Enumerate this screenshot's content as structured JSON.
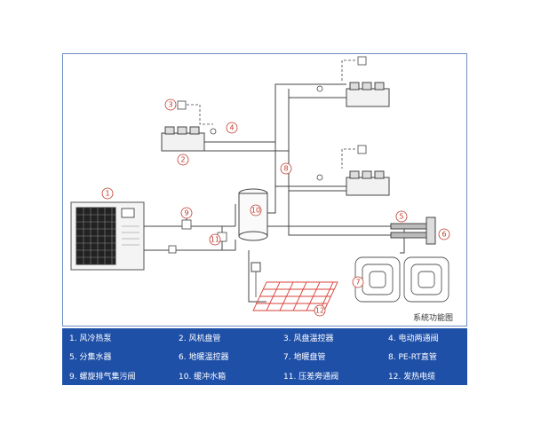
{
  "caption": "系统功能图",
  "callouts": [
    "1",
    "2",
    "3",
    "4",
    "5",
    "6",
    "7",
    "8",
    "9",
    "10",
    "11",
    "12"
  ],
  "legend": [
    [
      "1. 风冷热泵",
      "2. 风机盘管",
      "3. 风盘温控器",
      "4. 电动两通阀"
    ],
    [
      "5. 分集水器",
      "6. 地暖温控器",
      "7. 地暖盘管",
      "8. PE-RT直管"
    ],
    [
      "9. 螺旋排气集污阀",
      "10. 缓冲水箱",
      "11. 压差旁通阀",
      "12. 发热电缆"
    ]
  ],
  "colors": {
    "frame": "#6a8fc2",
    "legend_bg": "#1f50a8",
    "callout": "#c0392b",
    "heating_cable": "#d9423a"
  }
}
